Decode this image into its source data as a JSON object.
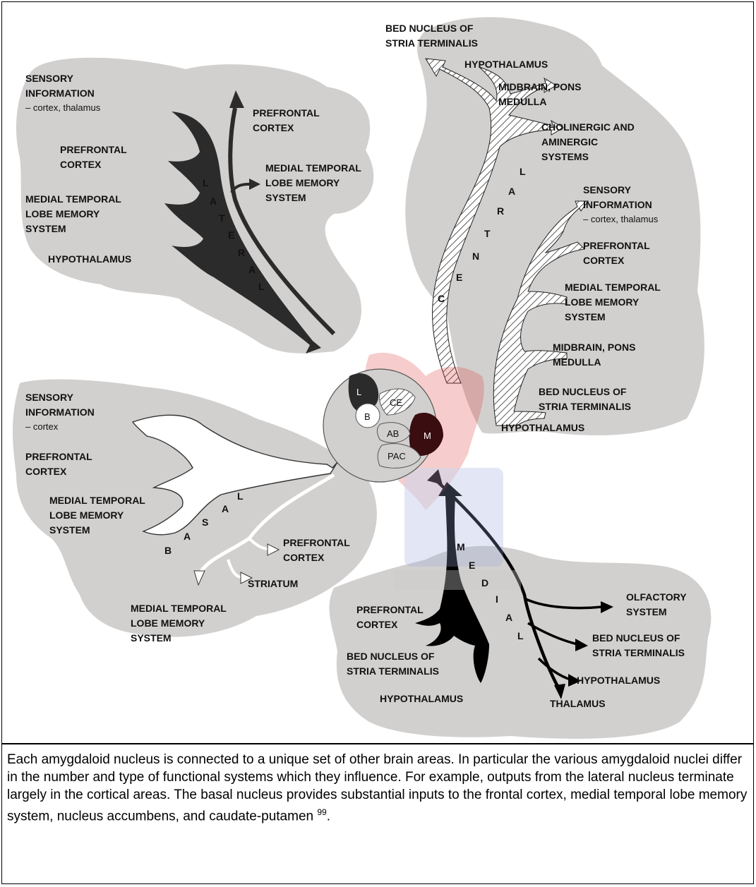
{
  "lateral": {
    "inputs": [
      "SENSORY",
      "INFORMATION",
      "– cortex, thalamus",
      "PREFRONTAL",
      "CORTEX",
      "MEDIAL TEMPORAL",
      "LOBE MEMORY",
      "SYSTEM",
      "HYPOTHALAMUS"
    ],
    "outputs": [
      "PREFRONTAL",
      "CORTEX",
      "MEDIAL TEMPORAL",
      "LOBE MEMORY",
      "SYSTEM"
    ],
    "word_letters": [
      "L",
      "A",
      "T",
      "E",
      "R",
      "A",
      "L"
    ]
  },
  "central": {
    "outputs": [
      "BED NUCLEUS OF",
      "STRIA TERMINALIS",
      "HYPOTHALAMUS",
      "MIDBRAIN, PONS",
      "MEDULLA",
      "CHOLINERGIC AND",
      "AMINERGIC",
      "SYSTEMS"
    ],
    "inputs": [
      "SENSORY",
      "INFORMATION",
      "– cortex, thalamus",
      "PREFRONTAL",
      "CORTEX",
      "MEDIAL TEMPORAL",
      "LOBE MEMORY",
      "SYSTEM",
      "MIDBRAIN, PONS",
      "MEDULLA",
      "BED NUCLEUS OF",
      "STRIA TERMINALIS",
      "HYPOTHALAMUS"
    ],
    "word_letters": [
      "L",
      "A",
      "R",
      "T",
      "N",
      "E",
      "C"
    ]
  },
  "basal": {
    "inputs": [
      "SENSORY",
      "INFORMATION",
      "– cortex",
      "PREFRONTAL",
      "CORTEX",
      "MEDIAL TEMPORAL",
      "LOBE MEMORY",
      "SYSTEM"
    ],
    "outputs": [
      "PREFRONTAL",
      "CORTEX",
      "STRIATUM",
      "MEDIAL TEMPORAL",
      "LOBE MEMORY",
      "SYSTEM"
    ],
    "word_letters": [
      "L",
      "A",
      "S",
      "A",
      "B"
    ]
  },
  "medial": {
    "inputs": [
      "PREFRONTAL",
      "CORTEX",
      "BED NUCLEUS OF",
      "STRIA TERMINALIS",
      "HYPOTHALAMUS"
    ],
    "outputs": [
      "OLFACTORY",
      "SYSTEM",
      "BED NUCLEUS OF",
      "STRIA TERMINALIS",
      "HYPOTHALAMUS",
      "THALAMUS"
    ],
    "word_letters": [
      "M",
      "E",
      "D",
      "I",
      "A",
      "L"
    ]
  },
  "nuclei": [
    "L",
    "B",
    "CE",
    "AB",
    "M",
    "PAC"
  ],
  "colors": {
    "cloud": "#d2d0cf",
    "arrow_dark": "#2b2b2b",
    "medial_nucleus": "#3a0d10",
    "watermark": "#d9342f"
  },
  "caption": {
    "text": "Each amygdaloid nucleus is connected to a unique set of other brain areas. In particular the various amygdaloid nuclei differ in the number and type of functional systems which they influence. For example, outputs from the lateral nucleus terminate largely in the cortical areas. The basal nucleus provides substantial inputs to the frontal cortex, medial temporal lobe memory system, nucleus accumbens, and caudate-putamen",
    "ref": "99",
    "end": "."
  }
}
